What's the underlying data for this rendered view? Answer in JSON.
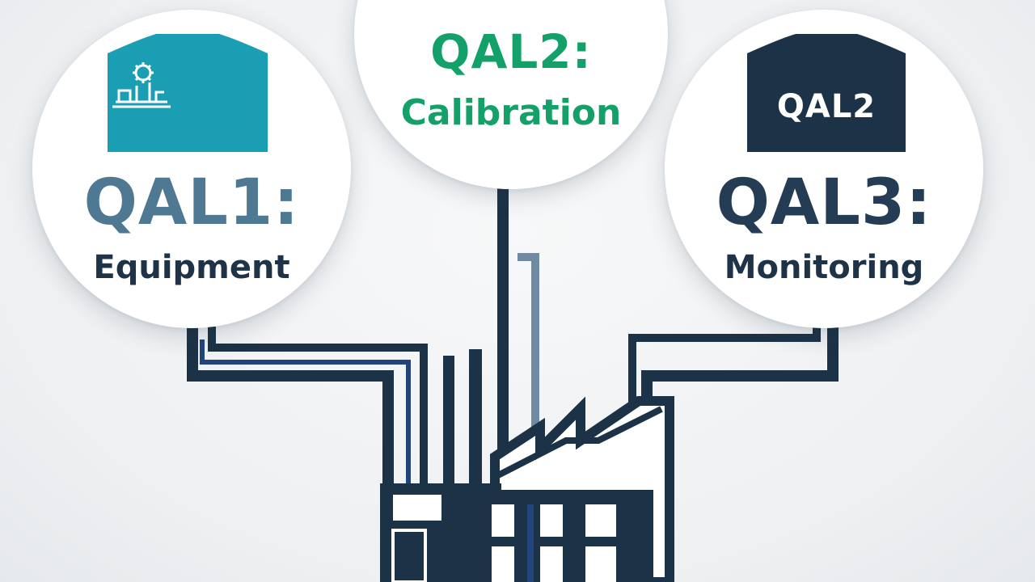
{
  "stages": [
    {
      "code": "QAL1:",
      "label": "Equipment",
      "badge_icon": "gear-instrument-icon",
      "colors": {
        "badge": "#1a9eb4",
        "code": "#4f7893",
        "label": "#1e3347"
      }
    },
    {
      "code": "QAL2:",
      "label": "Calibration",
      "colors": {
        "accent": "#14a069",
        "code": "#14a069",
        "label": "#14a069"
      }
    },
    {
      "code": "QAL3:",
      "label": "Monitoring",
      "badge_text": "QAL2",
      "colors": {
        "badge": "#1c3246",
        "code": "#253d54",
        "label": "#1e3347"
      }
    }
  ],
  "colors": {
    "background": "#eef0f2",
    "line_dark": "#1c3246",
    "line_blue": "#21457a",
    "line_steel": "#6f8aa3"
  },
  "icons": [
    "gear-instrument-icon",
    "factory-icon"
  ]
}
